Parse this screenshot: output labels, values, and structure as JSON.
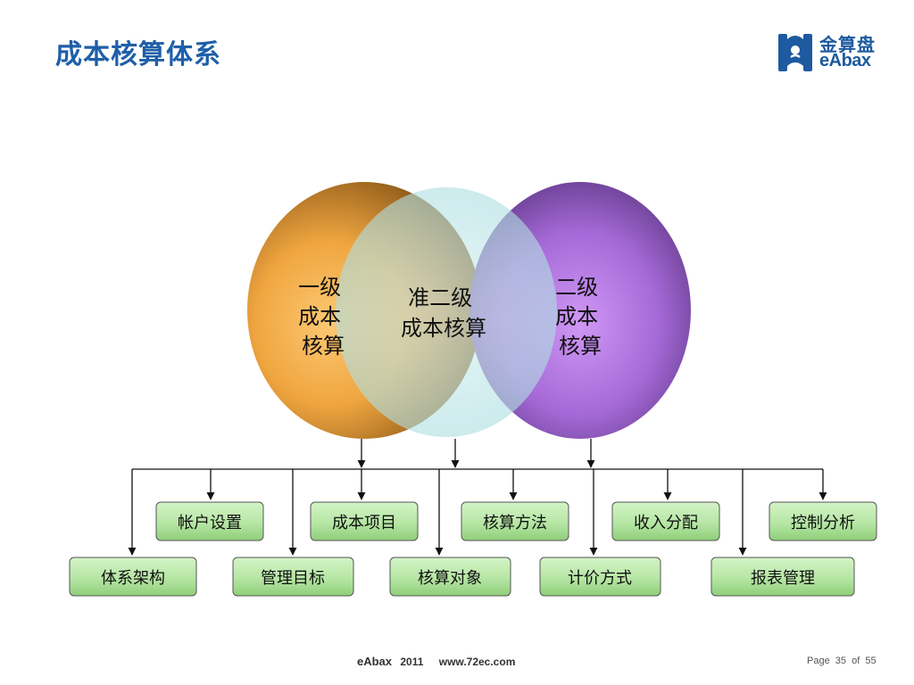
{
  "header": {
    "title": "成本核算体系"
  },
  "logo": {
    "cn_text": "金算盘",
    "en_text": "eAbax",
    "brand_color": "#1d5aa0"
  },
  "diagram": {
    "circles": [
      {
        "id": "level1",
        "lines": [
          "一级",
          "成本",
          "核算"
        ],
        "color": "#f0a640"
      },
      {
        "id": "quasi-level2",
        "lines": [
          "准二级",
          "成本核算"
        ],
        "color": "#bfe6e8"
      },
      {
        "id": "level2",
        "lines": [
          "二级",
          "成本",
          "核算"
        ],
        "color": "#a66ad8"
      }
    ],
    "upper_boxes": [
      "帐户设置",
      "成本项目",
      "核算方法",
      "收入分配",
      "控制分析"
    ],
    "lower_boxes": [
      "体系架构",
      "管理目标",
      "核算对象",
      "计价方式",
      "报表管理"
    ],
    "box_color": "#b6e6a4"
  },
  "footer": {
    "brand": "eAbax",
    "year": "2011",
    "url": "www.72ec.com",
    "page_label": "Page",
    "page_current": "35",
    "of_label": "of",
    "page_total": "55"
  }
}
